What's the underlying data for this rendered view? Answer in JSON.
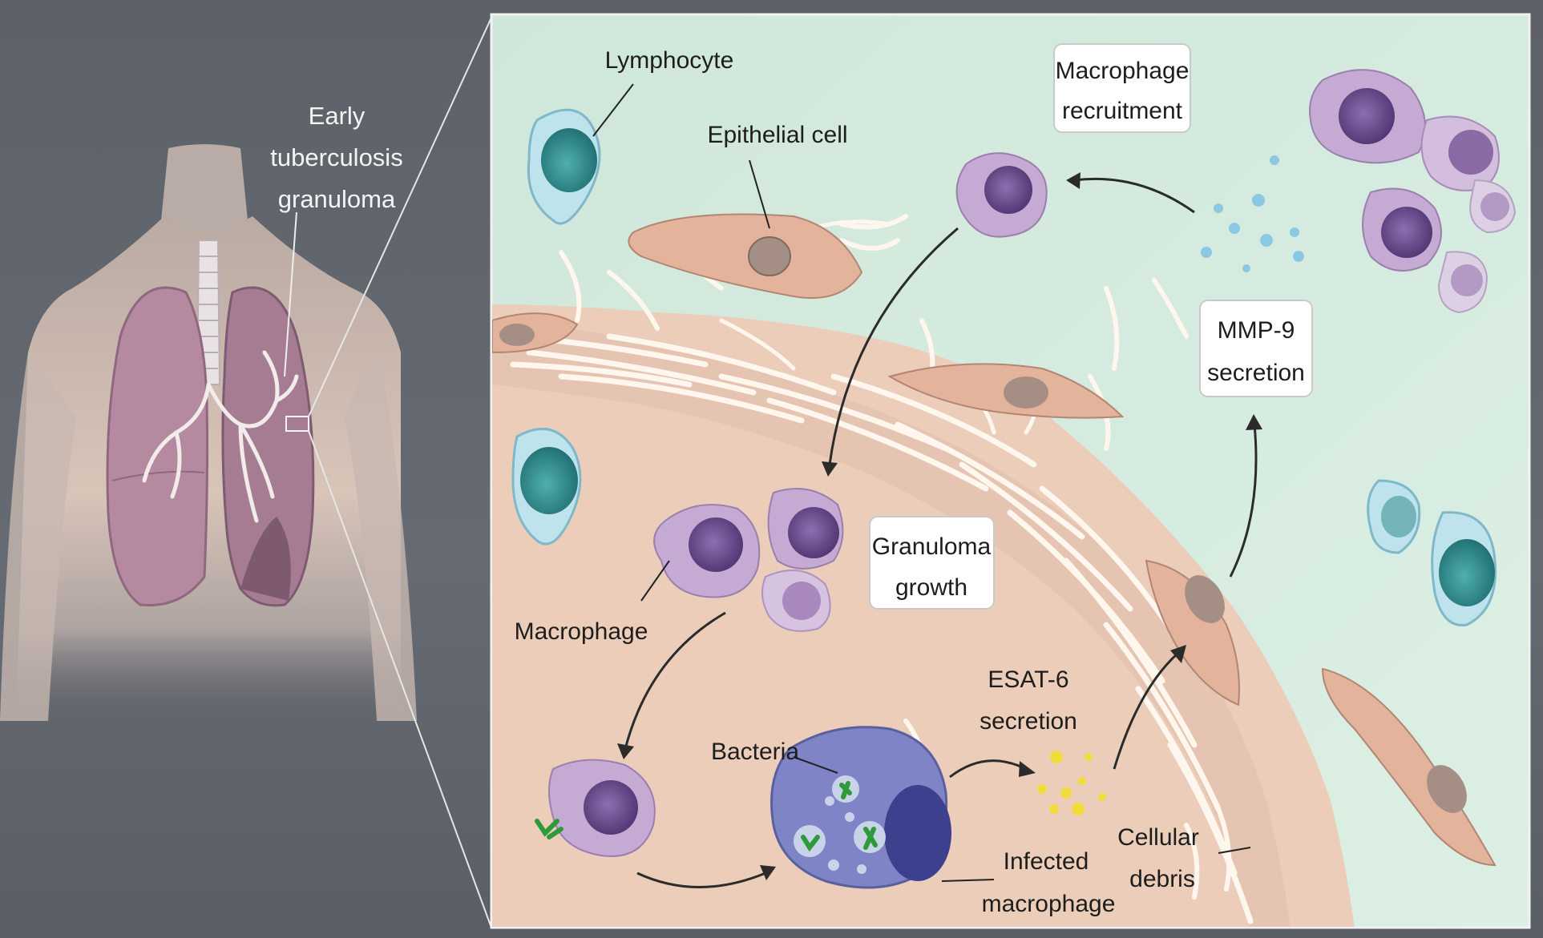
{
  "left_panel": {
    "caption_lines": [
      "Early",
      "tuberculosis",
      "granuloma"
    ]
  },
  "labels": {
    "lymphocyte": "Lymphocyte",
    "epithelial_cell": "Epithelial cell",
    "macrophage_recruitment": [
      "Macrophage",
      "recruitment"
    ],
    "mmp9_secretion": [
      "MMP-9",
      "secretion"
    ],
    "granuloma_growth": [
      "Granuloma",
      "growth"
    ],
    "macrophage": "Macrophage",
    "esat6_secretion": [
      "ESAT-6",
      "secretion"
    ],
    "bacteria": "Bacteria",
    "infected_macrophage": [
      "Infected",
      "macrophage"
    ],
    "cellular_debris": [
      "Cellular",
      "debris"
    ]
  },
  "colors": {
    "background_left": "#5c6168",
    "tissue_outside": "#d6ebdf",
    "granuloma_tissue": "#ebcdba",
    "lymphocyte_nucleus": "#2e8c8c",
    "macrophage_body": "#c5aad3",
    "macrophage_nucleus": "#6c4f8e",
    "infected_macrophage_body": "#7f84c6",
    "bacteria": "#2f9a3a",
    "esat6": "#f0dc3a",
    "mmp9": "#8cc8e2",
    "lung": "#b58aa0"
  }
}
